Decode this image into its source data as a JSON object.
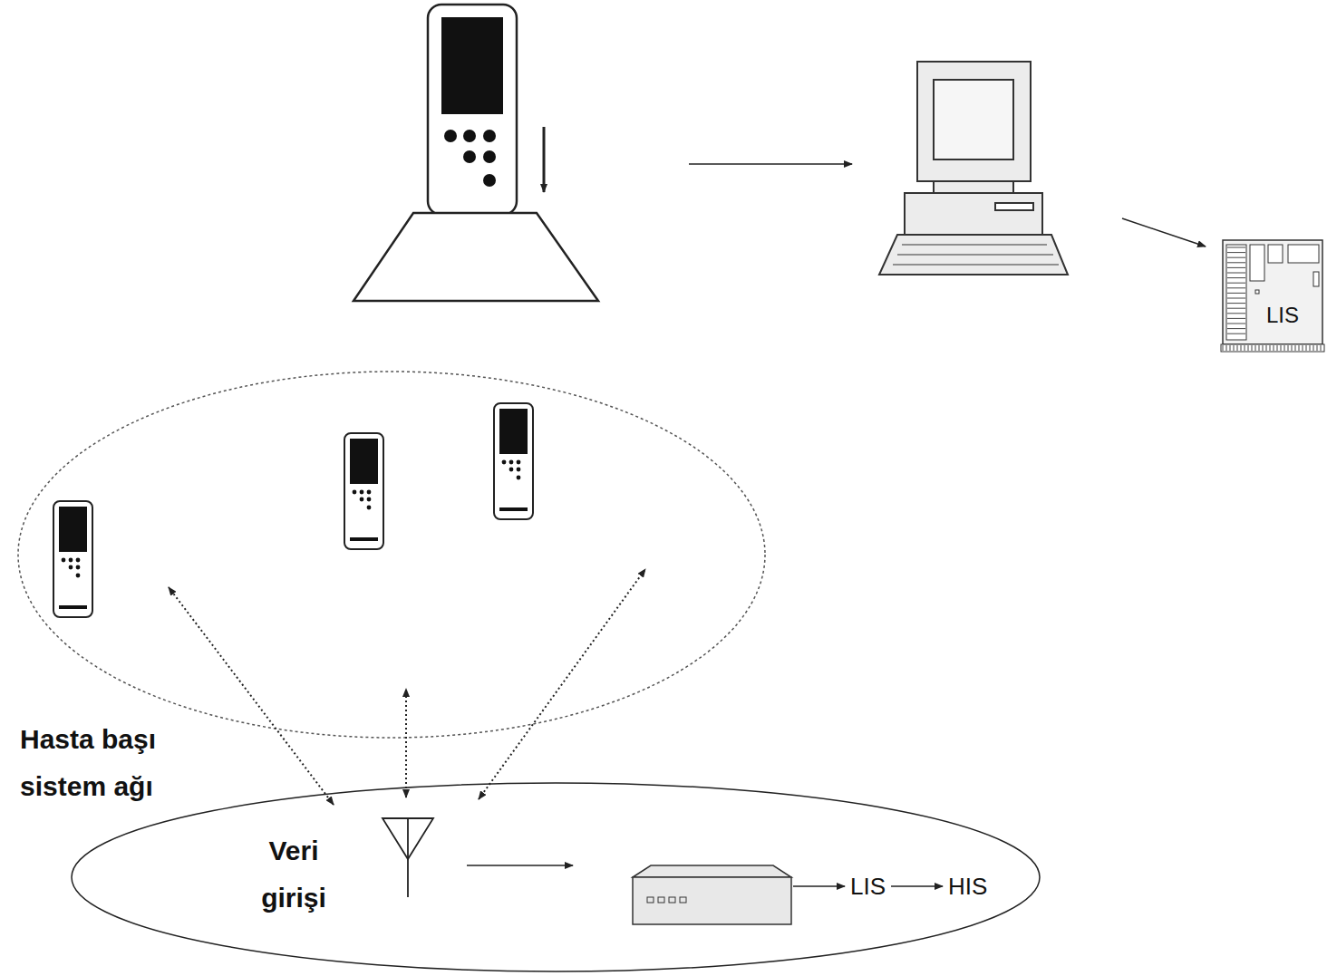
{
  "diagram": {
    "nodes": [
      {
        "text": [
          "LIS"
        ]
      },
      {
        "text": [
          "Veri girişi"
        ]
      },
      {
        "text": [
          "LIS"
        ],
        "in": 1
      },
      {
        "text": [
          "HIS"
        ],
        "in": 1
      }
    ],
    "edges": [
      {
        "from": 2,
        "to": 3,
        "arrow": "to"
      }
    ],
    "labels": [
      "Hasta başı sistem ağı"
    ]
  }
}
